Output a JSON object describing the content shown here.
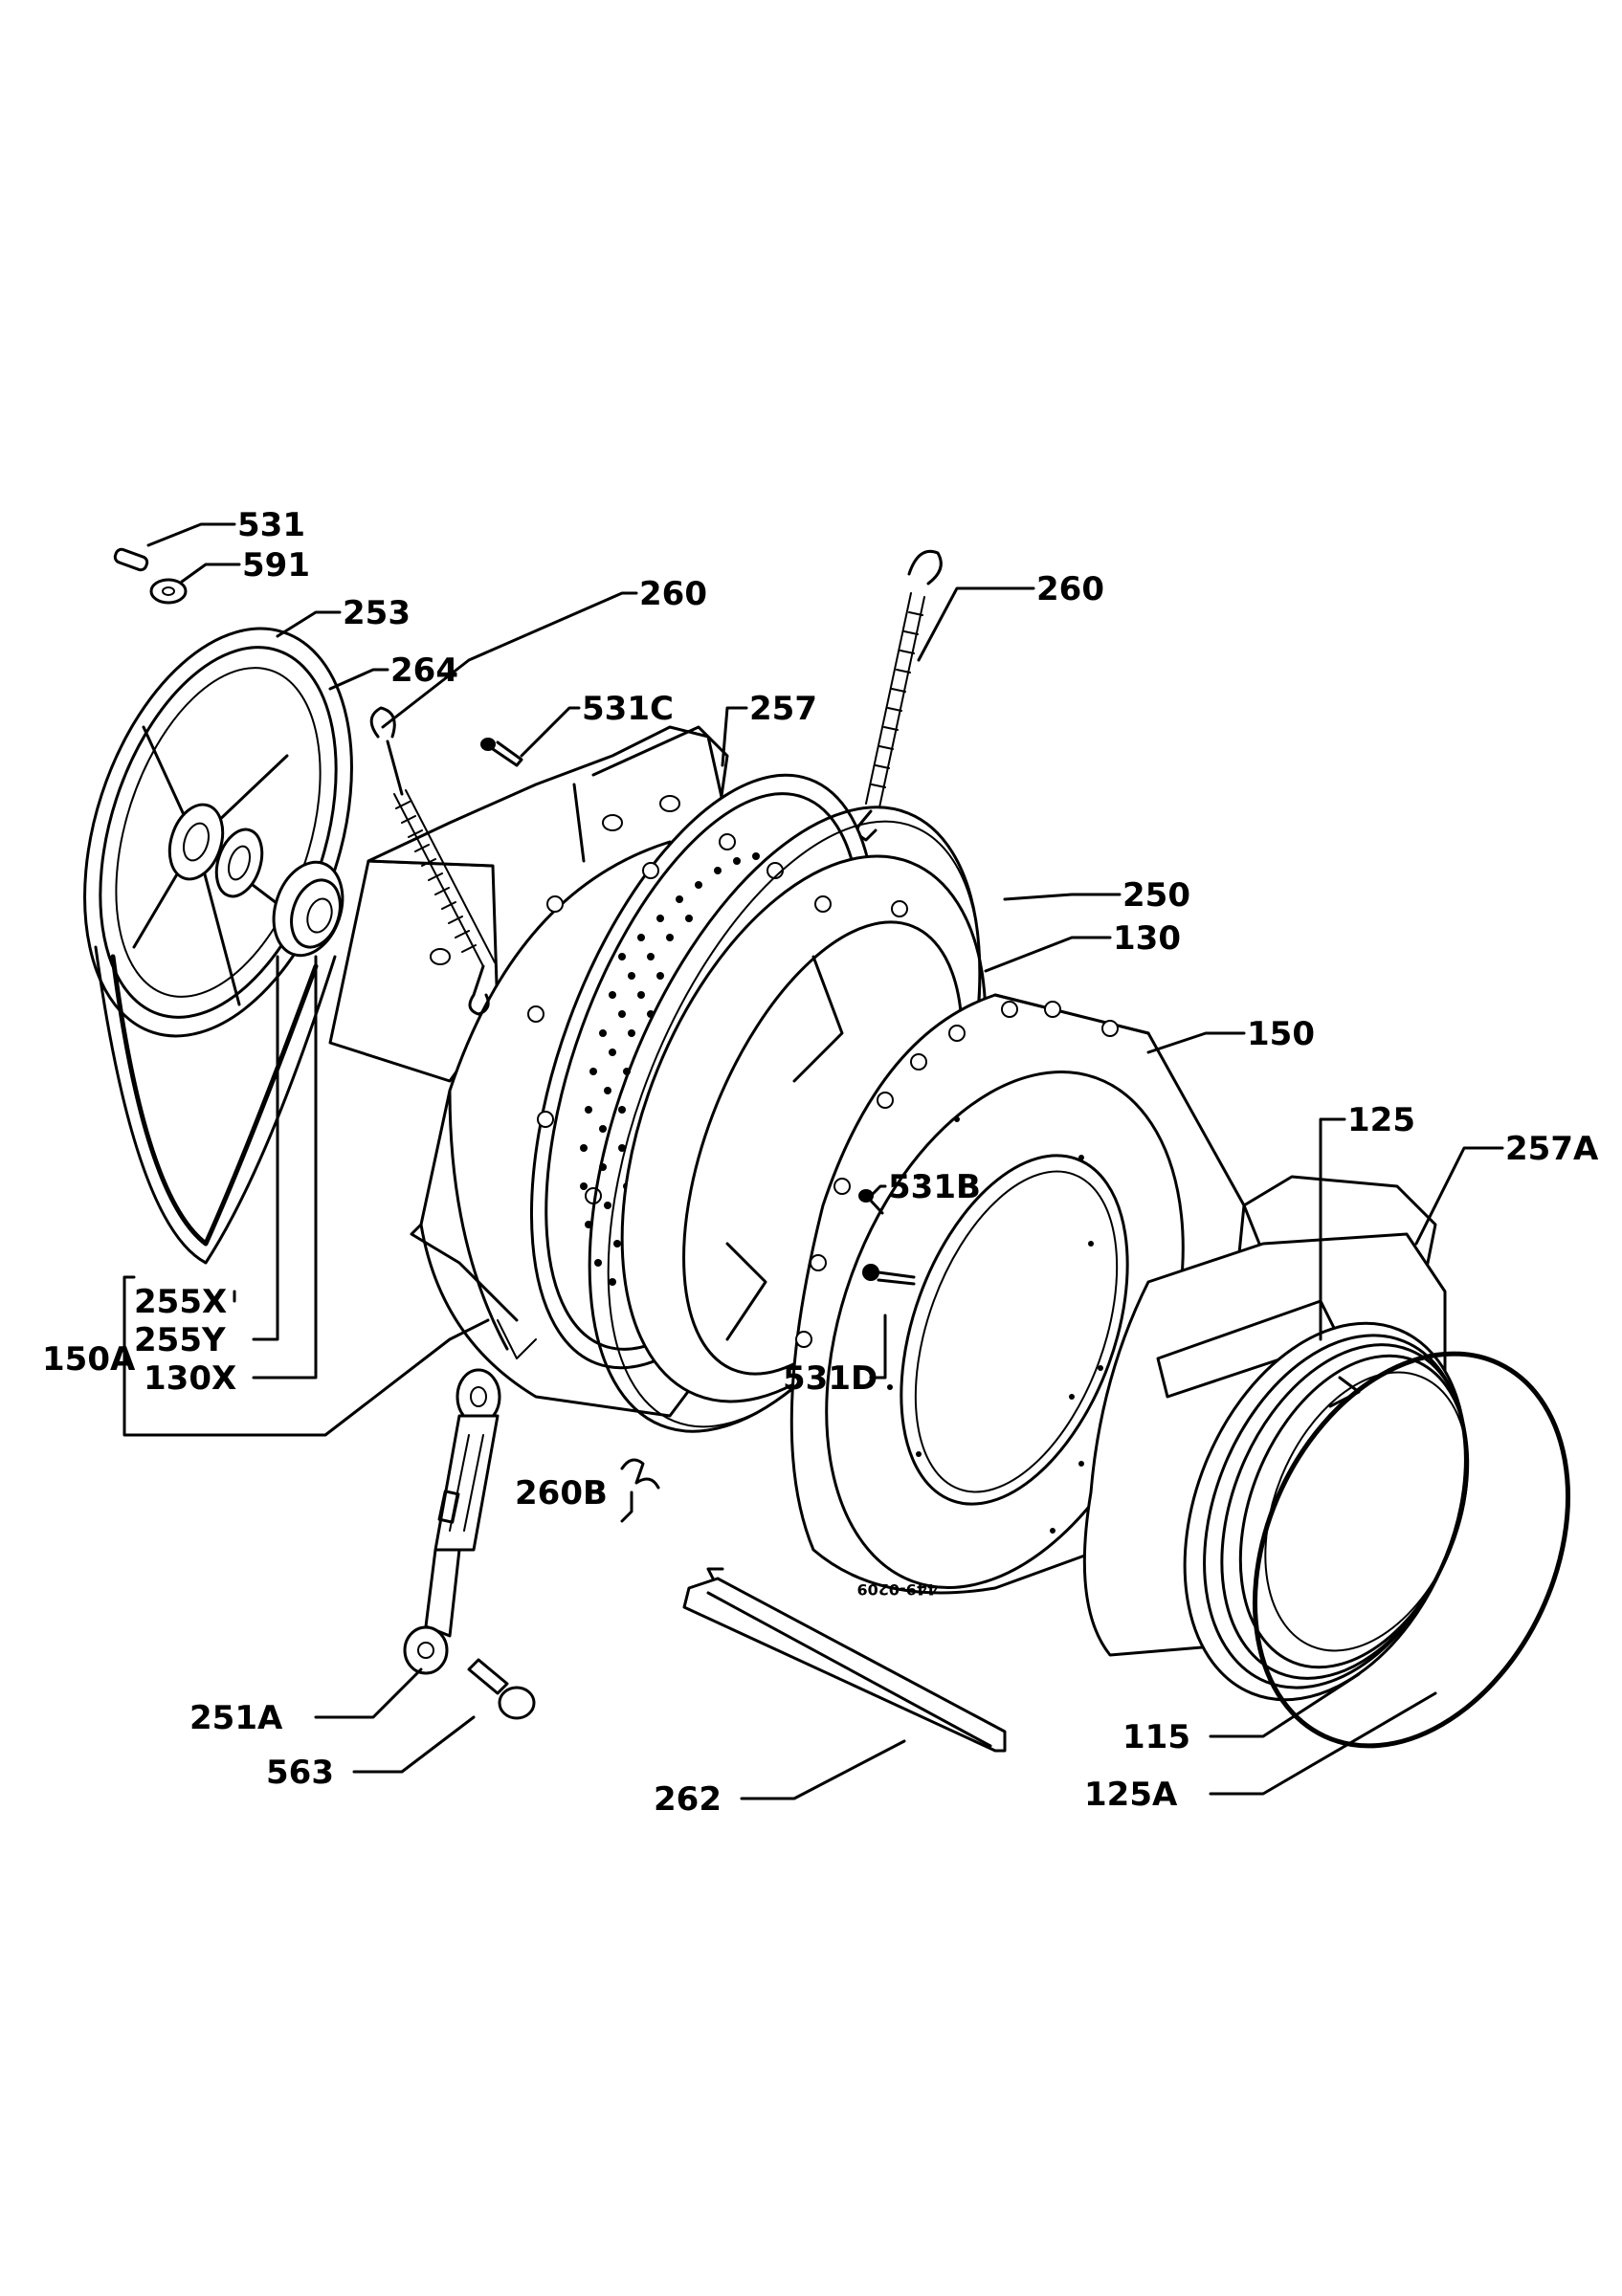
{
  "labels": {
    "l531": "531",
    "l591": "591",
    "l253": "253",
    "l264": "264",
    "l260a": "260",
    "l531c": "531C",
    "l257": "257",
    "l260b": "260",
    "l250": "250",
    "l130": "130",
    "l150": "150",
    "l125": "125",
    "l257a": "257A",
    "l531b": "531B",
    "l531d": "531D",
    "l255x": "255X",
    "l255y": "255Y",
    "l150a": "150A",
    "l130x": "130X",
    "l260bb": "260B",
    "l251a": "251A",
    "l563": "563",
    "l262": "262",
    "l115": "115",
    "l125a": "125A",
    "drawing_code": "449-0209"
  }
}
